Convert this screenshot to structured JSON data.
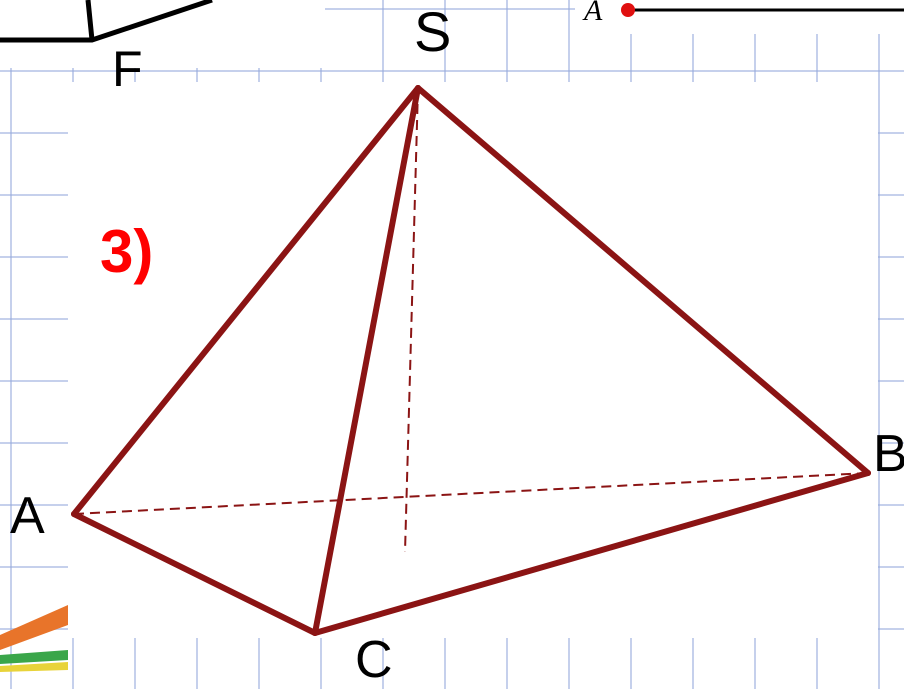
{
  "figure": {
    "number_label": "3)",
    "vertices": {
      "apex": "S",
      "base_left": "A",
      "base_right": "B",
      "base_front": "C"
    },
    "other_labels": {
      "fragment_left": "F",
      "fragment_right": "A"
    }
  },
  "colors": {
    "edge": "#8b1414",
    "number_label": "#ff0000",
    "grid": "#96aadc",
    "point": "#e01010",
    "fragment_line": "#000000",
    "background": "#ffffff"
  }
}
